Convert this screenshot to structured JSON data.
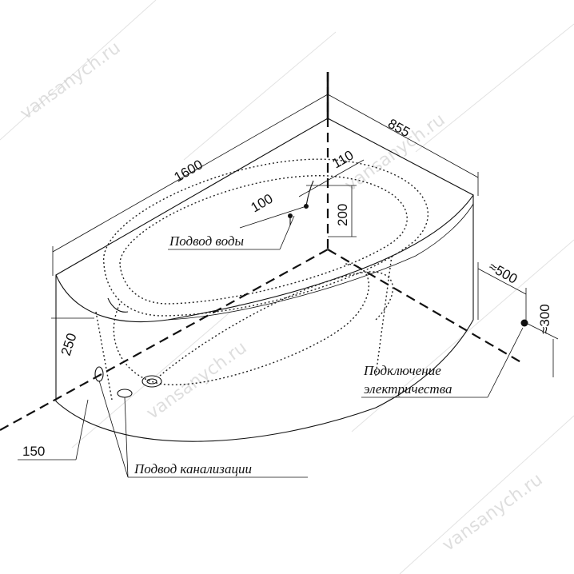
{
  "watermark": {
    "text": "vansanych.ru"
  },
  "dimensions": {
    "length": "1600",
    "width": "855",
    "water_offset_horizontal": "100",
    "water_offset_side": "110",
    "water_height": "200",
    "drain_height": "250",
    "drain_offset": "150",
    "electric_offset": "≈500",
    "electric_height": "≈300"
  },
  "labels": {
    "water_supply": "Подвод воды",
    "electricity_line1": "Подключение",
    "electricity_line2": "электричества",
    "sewer_supply": "Подвод канализации"
  }
}
